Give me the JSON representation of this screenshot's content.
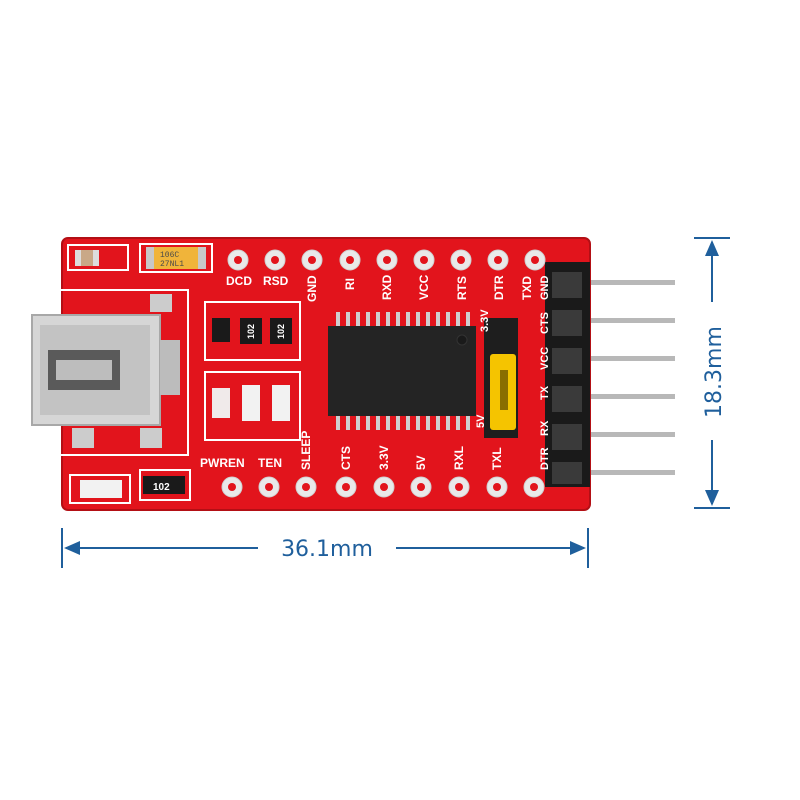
{
  "dimensions": {
    "width": "36.1mm",
    "height": "18.3mm"
  },
  "colors": {
    "pcb": "#e2141c",
    "dimension": "#1f5f9c",
    "pad": "#e9e9e9",
    "jumper": "#f5c400"
  },
  "components": {
    "capacitor": "106C\n27NL1",
    "resistor_a": "102",
    "resistor_b": "102",
    "resistor_c": "102"
  },
  "silkscreen": {
    "top_row": [
      "DCD",
      "RSD",
      "GND",
      "RI",
      "RXD",
      "VCC",
      "RTS",
      "DTR",
      "TXD"
    ],
    "bottom_row": [
      "PWREN",
      "TEN",
      "SLEEP",
      "CTS",
      "3.3V",
      "5V",
      "RXL",
      "TXL"
    ],
    "header": [
      "GND",
      "CTS",
      "VCC",
      "TX",
      "RX",
      "DTR"
    ],
    "jumper_top": "3.3V",
    "jumper_bottom": "5V"
  }
}
